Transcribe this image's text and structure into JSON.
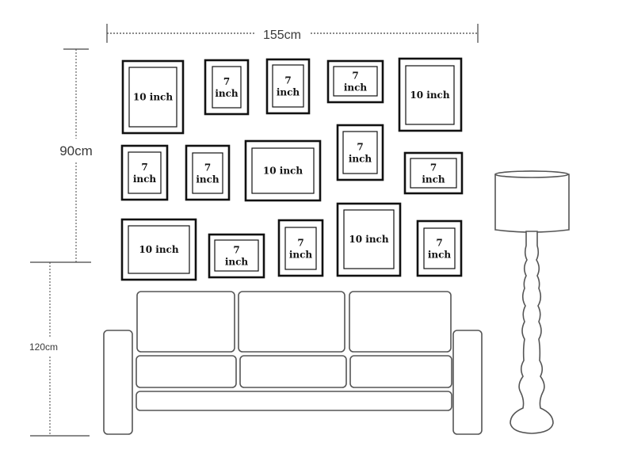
{
  "dimensions": {
    "width_label": "155cm",
    "upper_height_label": "90cm",
    "lower_height_label": "120cm"
  },
  "frames": [
    {
      "label": "10 inch",
      "size": "10",
      "orientation": "portrait"
    },
    {
      "label": "7 inch",
      "size": "7",
      "orientation": "portrait"
    },
    {
      "label": "7 inch",
      "size": "7",
      "orientation": "portrait"
    },
    {
      "label": "7 inch",
      "size": "7",
      "orientation": "landscape"
    },
    {
      "label": "10 inch",
      "size": "10",
      "orientation": "portrait"
    },
    {
      "label": "7 inch",
      "size": "7",
      "orientation": "portrait"
    },
    {
      "label": "7 inch",
      "size": "7",
      "orientation": "portrait"
    },
    {
      "label": "10 inch",
      "size": "10",
      "orientation": "landscape"
    },
    {
      "label": "7 inch",
      "size": "7",
      "orientation": "portrait"
    },
    {
      "label": "7 inch",
      "size": "7",
      "orientation": "landscape"
    },
    {
      "label": "10 inch",
      "size": "10",
      "orientation": "landscape"
    },
    {
      "label": "7 inch",
      "size": "7",
      "orientation": "landscape"
    },
    {
      "label": "7 inch",
      "size": "7",
      "orientation": "portrait"
    },
    {
      "label": "10 inch",
      "size": "10",
      "orientation": "portrait"
    },
    {
      "label": "7 inch",
      "size": "7",
      "orientation": "portrait"
    }
  ],
  "colors": {
    "frame_stroke": "#111111",
    "furniture_stroke": "#555555",
    "dimension_line": "#444444"
  }
}
